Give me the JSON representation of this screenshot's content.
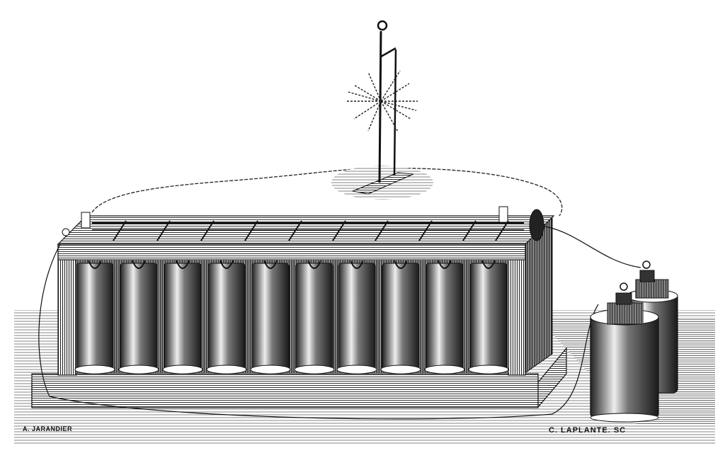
{
  "illustration": {
    "subject": "Engraving of an electric battery of cells powering a spark apparatus",
    "style": "black-and-white line engraving",
    "colors": {
      "ink": "#111111",
      "paper": "#ffffff",
      "mid": "#555555",
      "light": "#bdbdbd"
    },
    "main_battery": {
      "cell_count": 10
    },
    "side_cells": {
      "cell_count": 2
    },
    "signatures": {
      "left": "A. JARANDIER",
      "right": "C. LAPLANTE. SC"
    }
  }
}
